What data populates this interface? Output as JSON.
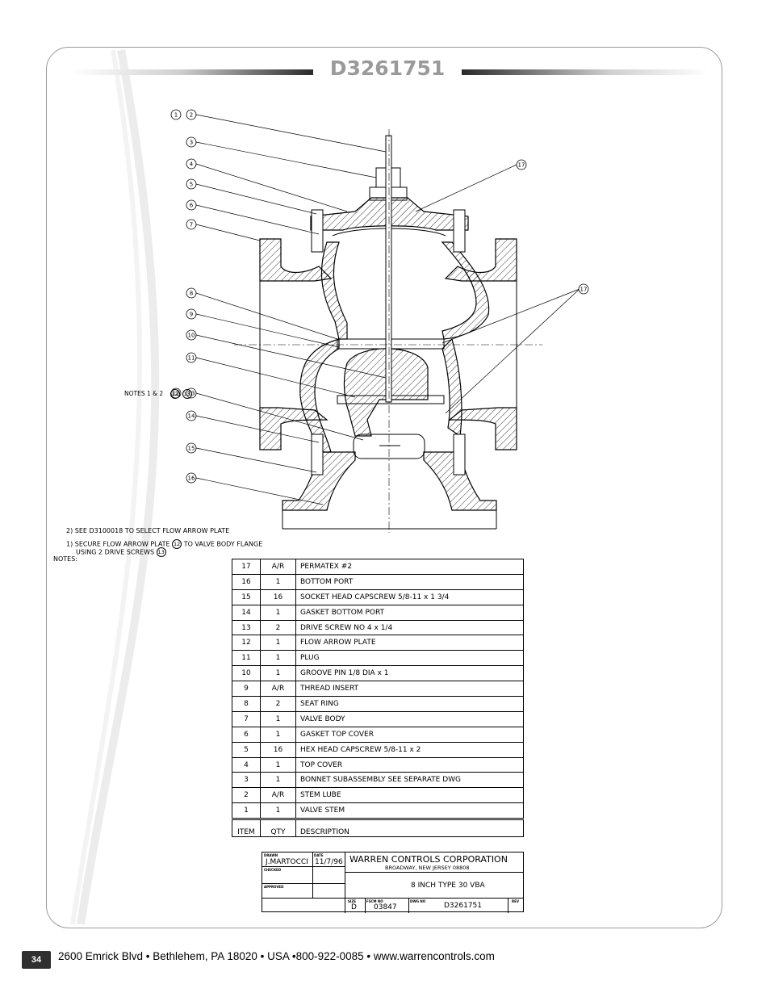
{
  "header": {
    "title": "D3261751"
  },
  "balloons": [
    "1",
    "2",
    "3",
    "4",
    "5",
    "6",
    "7",
    "8",
    "9",
    "10",
    "11",
    "12",
    "13",
    "14",
    "15",
    "16",
    "17",
    "17"
  ],
  "notes": {
    "label": "NOTES:",
    "note1_line1": "1) SECURE FLOW ARROW PLATE",
    "note1_ref": "12",
    "note1_mid": "TO VALVE BODY FLANGE",
    "note1_line2": "USING 2 DRIVE SCREWS",
    "note1_ref2": "13",
    "note2": "2) SEE D3100018 TO SELECT FLOW ARROW PLATE",
    "callout_prefix": "NOTES 1 & 2",
    "callout_ref_a": "12",
    "callout_ref_b": "13"
  },
  "bom": {
    "header": {
      "item": "ITEM",
      "qty": "QTY",
      "description": "DESCRIPTION"
    },
    "rows": [
      {
        "item": "17",
        "qty": "A/R",
        "description": "PERMATEX #2"
      },
      {
        "item": "16",
        "qty": "1",
        "description": "BOTTOM PORT"
      },
      {
        "item": "15",
        "qty": "16",
        "description": "SOCKET HEAD CAPSCREW 5/8-11 x 1 3/4"
      },
      {
        "item": "14",
        "qty": "1",
        "description": "GASKET BOTTOM PORT"
      },
      {
        "item": "13",
        "qty": "2",
        "description": "DRIVE SCREW NO 4 x 1/4"
      },
      {
        "item": "12",
        "qty": "1",
        "description": "FLOW ARROW PLATE"
      },
      {
        "item": "11",
        "qty": "1",
        "description": "PLUG"
      },
      {
        "item": "10",
        "qty": "1",
        "description": "GROOVE PIN 1/8 DIA x 1"
      },
      {
        "item": "9",
        "qty": "A/R",
        "description": "THREAD INSERT"
      },
      {
        "item": "8",
        "qty": "2",
        "description": "SEAT RING"
      },
      {
        "item": "7",
        "qty": "1",
        "description": "VALVE BODY"
      },
      {
        "item": "6",
        "qty": "1",
        "description": "GASKET TOP COVER"
      },
      {
        "item": "5",
        "qty": "16",
        "description": "HEX HEAD CAPSCREW 5/8-11 x 2"
      },
      {
        "item": "4",
        "qty": "1",
        "description": "TOP COVER"
      },
      {
        "item": "3",
        "qty": "1",
        "description": "BONNET SUBASSEMBLY     SEE SEPARATE DWG"
      },
      {
        "item": "2",
        "qty": "A/R",
        "description": "STEM LUBE"
      },
      {
        "item": "1",
        "qty": "1",
        "description": "VALVE STEM"
      }
    ]
  },
  "title_block": {
    "drawn_label": "DRAWN",
    "drawn_by": "J.MARTOCCI",
    "date_label": "DATE",
    "date": "11/7/96",
    "checked_label": "CHECKED",
    "approved_label": "APPROVED",
    "company": "WARREN CONTROLS CORPORATION",
    "address": "BROADWAY, NEW JERSEY 08808",
    "drawing_title": "8 INCH TYPE 30 VBA",
    "size_label": "SIZE",
    "size": "D",
    "fscm_label": "FSCM NO",
    "fscm": "03847",
    "dwg_label": "DWG NO",
    "dwg_no": "D3261751",
    "rev_label": "REV"
  },
  "footer": {
    "page_number": "34",
    "address": "2600 Emrick Blvd • Bethlehem, PA 18020 • USA •800-922-0085 • www.warrencontrols.com"
  }
}
